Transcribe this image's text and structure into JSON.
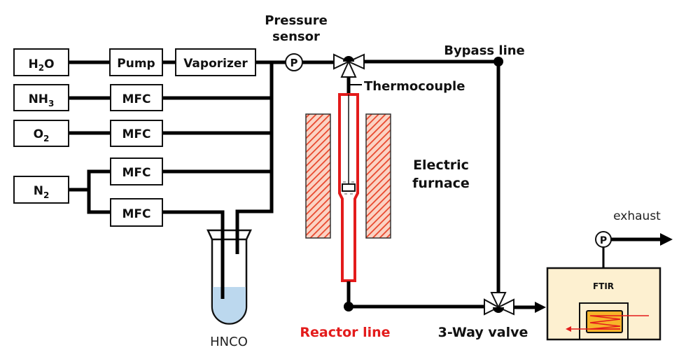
{
  "sources": {
    "h2o": {
      "main": "H",
      "sub": "2",
      "tail": "O"
    },
    "nh3": {
      "main": "NH",
      "sub": "3"
    },
    "o2": {
      "main": "O",
      "sub": "2"
    },
    "n2": {
      "main": "N",
      "sub": "2"
    }
  },
  "devices": {
    "pump": "Pump",
    "vaporizer": "Vaporizer",
    "mfc": "MFC",
    "pressure_symbol": "P"
  },
  "labels": {
    "pressure_sensor_line1": "Pressure",
    "pressure_sensor_line2": "sensor",
    "bypass_line": "Bypass line",
    "thermocouple": "Thermocouple",
    "electric_furnace_line1": "Electric",
    "electric_furnace_line2": "furnace",
    "hnco": "HNCO",
    "reactor_line": "Reactor line",
    "three_way_valve": "3-Way valve",
    "exhaust": "exhaust",
    "ftir": "FTIR"
  },
  "colors": {
    "reactor": "#e31b1b",
    "furnace_hatch": "#e8452a",
    "furnace_bg": "#fbd3c4",
    "ftir_bg": "#fdf0d0",
    "cell_fill": "#f7b52a",
    "liquid": "#bcd8ee"
  }
}
